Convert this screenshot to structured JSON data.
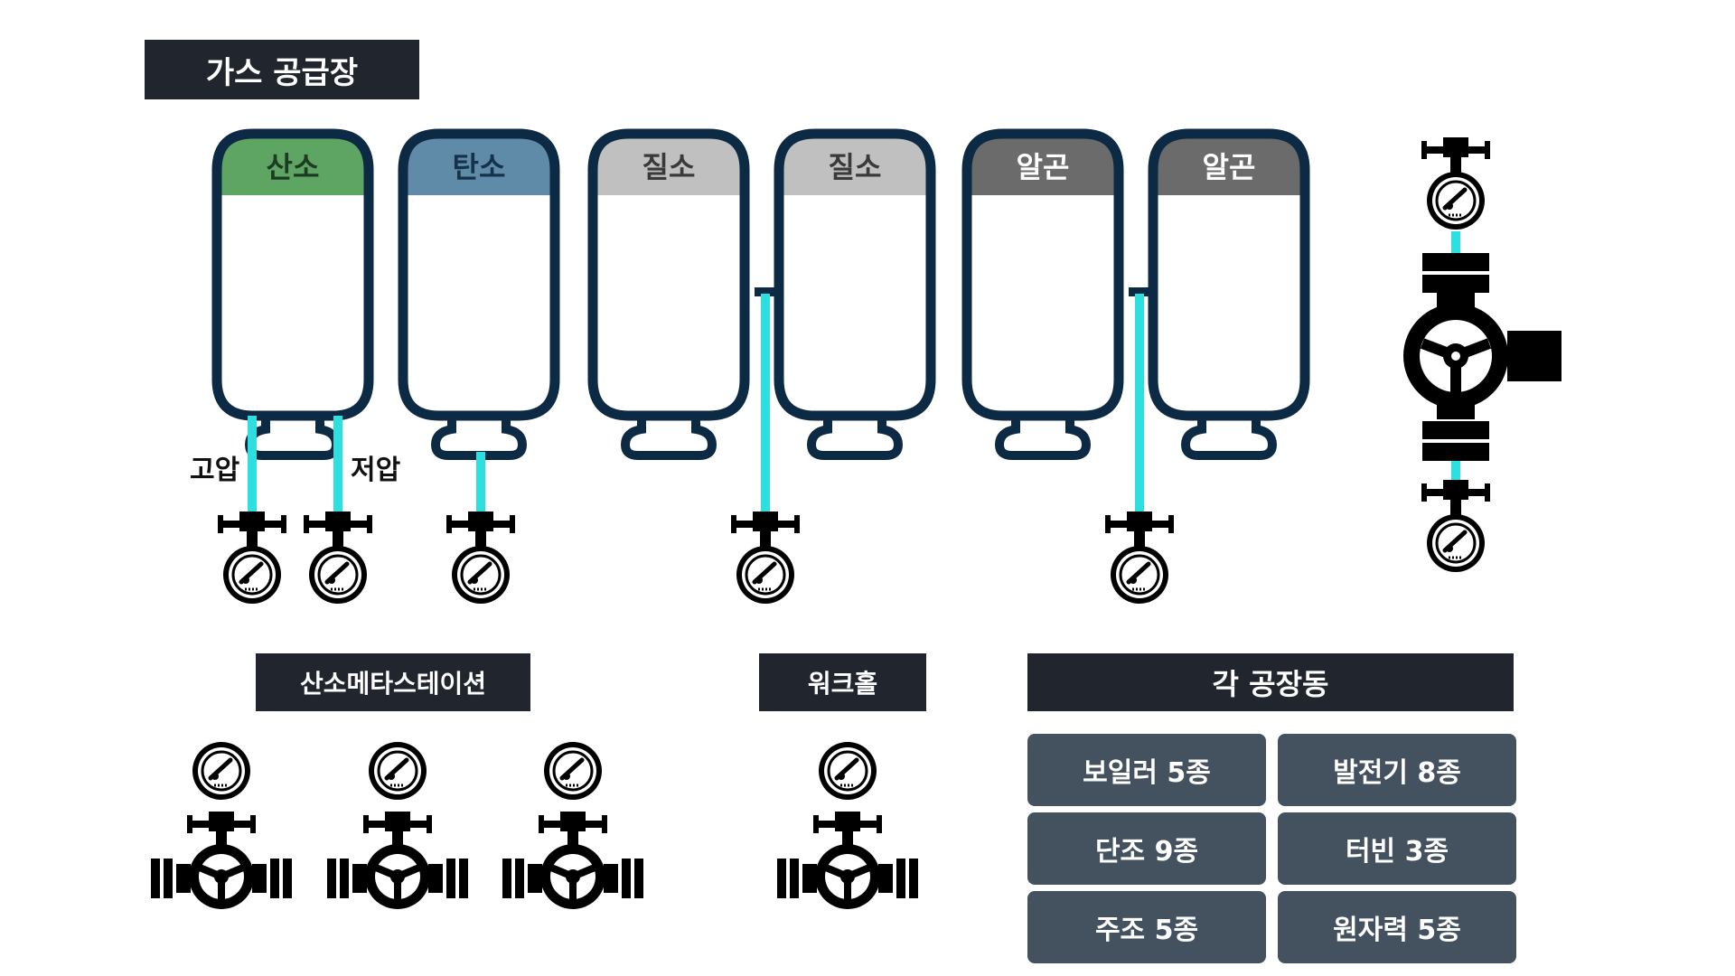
{
  "title": "가스 공급장",
  "tanks": [
    {
      "label": "산소",
      "header_color": "#5ea463",
      "text_color": "#1d3b22"
    },
    {
      "label": "탄소",
      "header_color": "#5f8ba8",
      "text_color": "#16324a"
    },
    {
      "label": "질소",
      "header_color": "#c0c0c0",
      "text_color": "#3a3a3a"
    },
    {
      "label": "질소",
      "header_color": "#c0c0c0",
      "text_color": "#3a3a3a"
    },
    {
      "label": "알곤",
      "header_color": "#6b6b6b",
      "text_color": "#ffffff"
    },
    {
      "label": "알곤",
      "header_color": "#6b6b6b",
      "text_color": "#ffffff"
    }
  ],
  "pressure_labels": {
    "high": "고압",
    "low": "저압"
  },
  "sections": {
    "oxygen_meta_station": "산소메타스테이션",
    "work_hole": "워크홀",
    "plants_title": "각 공장동"
  },
  "plants": [
    "보일러 5종",
    "발전기 8종",
    "단조 9종",
    "터빈 3종",
    "주조 5종",
    "원자력 5종"
  ],
  "colors": {
    "tank_outline": "#0d2a44",
    "pipe": "#2de0df",
    "dark": "#21262e",
    "plant_box": "#44515f"
  }
}
